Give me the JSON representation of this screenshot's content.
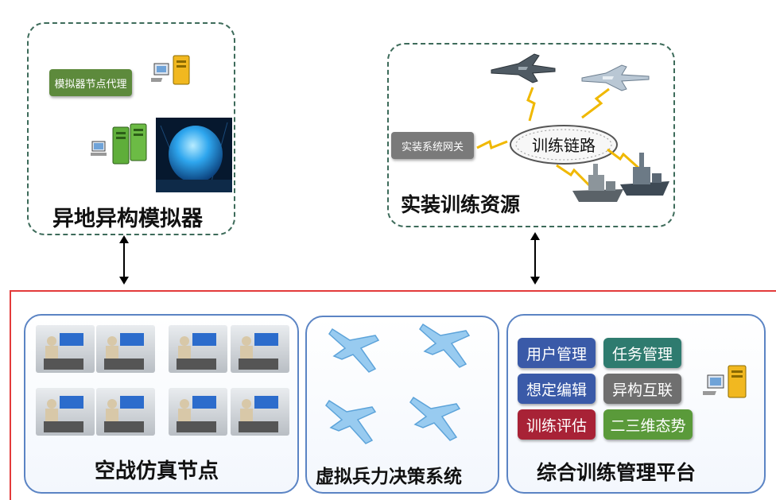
{
  "top_left": {
    "title": "异地异构模拟器",
    "agent_label": "模拟器节点代理"
  },
  "top_right": {
    "title": "实装训练资源",
    "gateway_label": "实装系统网关",
    "link_label": "训练链路"
  },
  "bottom": {
    "air_combat": {
      "title": "空战仿真节点"
    },
    "virtual_forces": {
      "title": "虚拟兵力决策系统"
    },
    "management": {
      "title": "综合训练管理平台",
      "buttons": [
        {
          "label": "用户管理",
          "color": "#3a5aa8"
        },
        {
          "label": "任务管理",
          "color": "#2e7b6f"
        },
        {
          "label": "想定编辑",
          "color": "#3a5aa8"
        },
        {
          "label": "异构互联",
          "color": "#6f6f6f"
        },
        {
          "label": "训练评估",
          "color": "#a82236"
        },
        {
          "label": "二三维态势",
          "color": "#5a9a3a"
        }
      ]
    }
  },
  "colors": {
    "frame_red": "#e33b3b",
    "panel_blue": "#5b84c4",
    "dash_green": "#3d6b5a",
    "agent_green": "#5d8a3c",
    "gateway_gray": "#7a7a7a",
    "lightning": "#f0b800"
  }
}
